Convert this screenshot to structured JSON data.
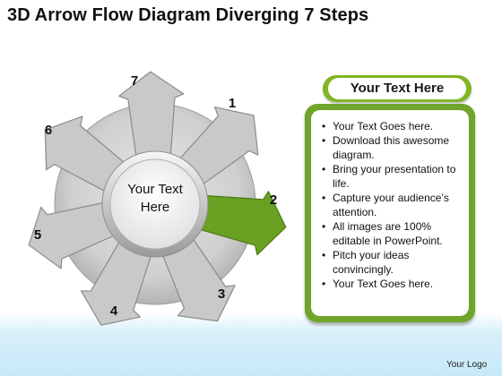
{
  "title": "3D Arrow Flow Diagram Diverging 7 Steps",
  "diagram": {
    "center_text_line1": "Your Text",
    "center_text_line2": "Here",
    "arrows": [
      {
        "number": "1",
        "highlighted": false
      },
      {
        "number": "2",
        "highlighted": true
      },
      {
        "number": "3",
        "highlighted": false
      },
      {
        "number": "4",
        "highlighted": false
      },
      {
        "number": "5",
        "highlighted": false
      },
      {
        "number": "6",
        "highlighted": false
      },
      {
        "number": "7",
        "highlighted": false
      }
    ]
  },
  "panel": {
    "header": "Your Text Here",
    "bullets": [
      "Your Text Goes here.",
      "Download this awesome diagram.",
      "Bring your presentation to life.",
      "Capture your audience’s attention.",
      "All images are 100% editable in PowerPoint.",
      "Pitch your ideas convincingly.",
      "Your Text Goes here."
    ]
  },
  "logo_text": "Your Logo",
  "colors": {
    "accent_green": "#6ea52a",
    "arrow_gray": "#c9c9c9",
    "highlight_green": "#6aa123"
  }
}
